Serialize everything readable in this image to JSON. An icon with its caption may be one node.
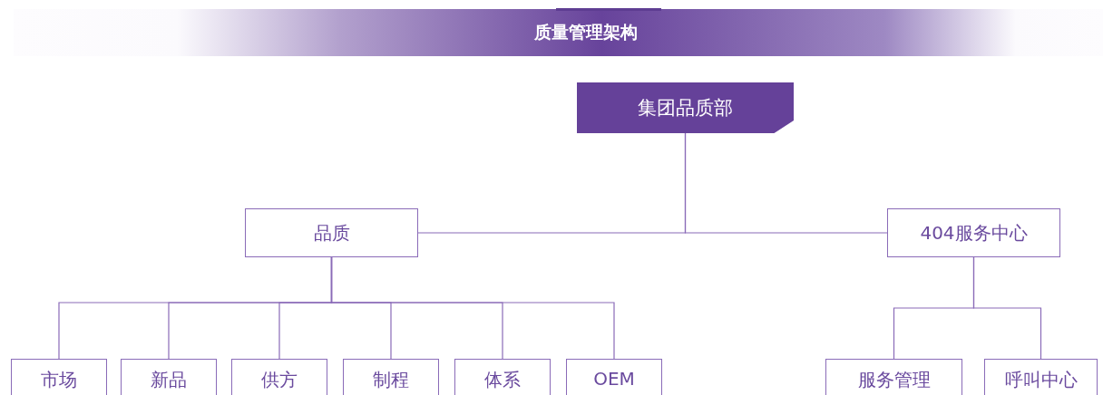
{
  "diagram": {
    "title": "质量管理架构",
    "nodes": [
      {
        "text": [
          "集团品质部"
        ]
      },
      {
        "text": [
          "品质"
        ]
      },
      {
        "text": [
          "404服务中心"
        ]
      },
      {
        "text": [
          "市场"
        ]
      },
      {
        "text": [
          "新品"
        ]
      },
      {
        "text": [
          "供方"
        ]
      },
      {
        "text": [
          "制程"
        ]
      },
      {
        "text": [
          "体系"
        ]
      },
      {
        "text": [
          "OEM"
        ]
      },
      {
        "text": [
          "服务管理"
        ]
      },
      {
        "text": [
          "呼叫中心"
        ]
      }
    ],
    "edges": [
      {
        "from": 0,
        "to": 1,
        "arrow": "none"
      },
      {
        "from": 0,
        "to": 2,
        "arrow": "none"
      },
      {
        "from": 1,
        "to": 3,
        "arrow": "none"
      },
      {
        "from": 1,
        "to": 4,
        "arrow": "none"
      },
      {
        "from": 1,
        "to": 5,
        "arrow": "none"
      },
      {
        "from": 1,
        "to": 6,
        "arrow": "none"
      },
      {
        "from": 1,
        "to": 7,
        "arrow": "none"
      },
      {
        "from": 1,
        "to": 8,
        "arrow": "none"
      },
      {
        "from": 2,
        "to": 9,
        "arrow": "none"
      },
      {
        "from": 2,
        "to": 10,
        "arrow": "none"
      }
    ]
  }
}
